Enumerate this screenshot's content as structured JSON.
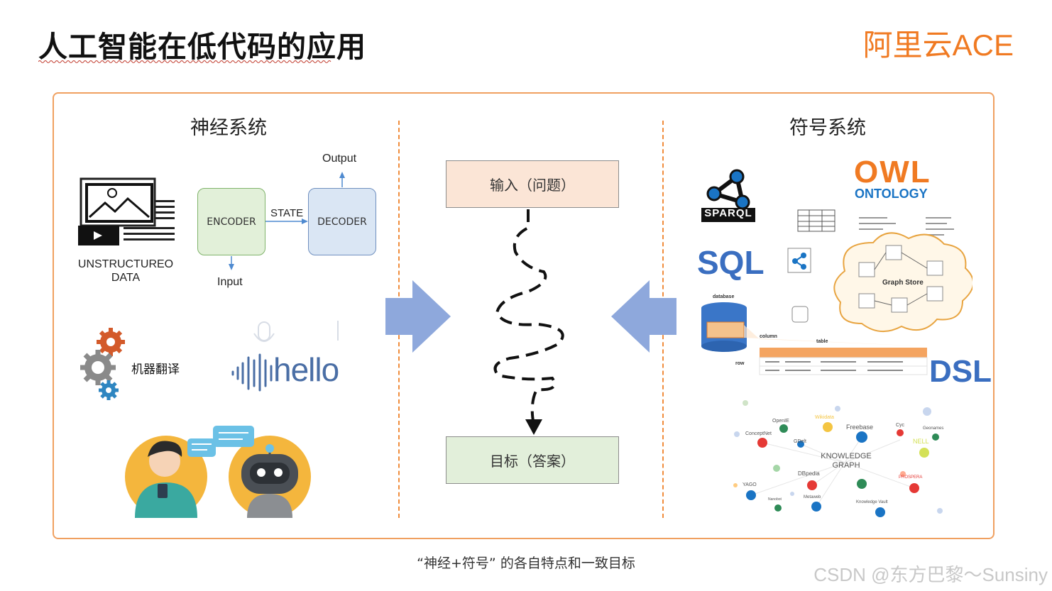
{
  "header": {
    "title": "人工智能在低代码的应用",
    "brand": "阿里云ACE"
  },
  "neural": {
    "title": "神经系统",
    "unstructured": [
      "UNSTRUCTUREO",
      "DATA"
    ],
    "encoder": "ENCODER",
    "decoder": "DECODER",
    "state": "STATE",
    "output": "Output",
    "input": "Input",
    "translation": "机器翻译",
    "hello": "hello"
  },
  "center": {
    "input_box": "输入（问题）",
    "target_box": "目标（答案）"
  },
  "symbolic": {
    "title": "符号系统",
    "sparql": "SPARQL",
    "owl": "OWL",
    "ontology": "ONTOLOGY",
    "sql": "SQL",
    "dsl": "DSL",
    "graph_store": "Graph Store",
    "database": "database",
    "table": "table",
    "column": "column",
    "row": "row",
    "kg_center": [
      "KNOWLEDGE",
      "GRAPH"
    ],
    "kg_labels": [
      "OpenIE",
      "Wikidata",
      "Freebase",
      "Cyc",
      "Geonames",
      "ConceptNet",
      "GDelt",
      "NELL",
      "DBpedia",
      "PROSPERA",
      "YAGO",
      "Metaweb",
      "Nanobot",
      "Knowledge Vault"
    ]
  },
  "footer": {
    "caption": "“神经+符号” 的各自特点和一致目标",
    "watermark": "CSDN @东方巴黎～Sunsiny"
  },
  "colors": {
    "accent_orange": "#f07a22",
    "frame": "#f0a060",
    "arrow_blue": "#8ea8dc",
    "encoder_fill": "#e2f0d9",
    "decoder_fill": "#dae6f4",
    "input_fill": "#fbe5d6",
    "target_fill": "#e2efda",
    "sql_blue": "#3a6ec0"
  }
}
